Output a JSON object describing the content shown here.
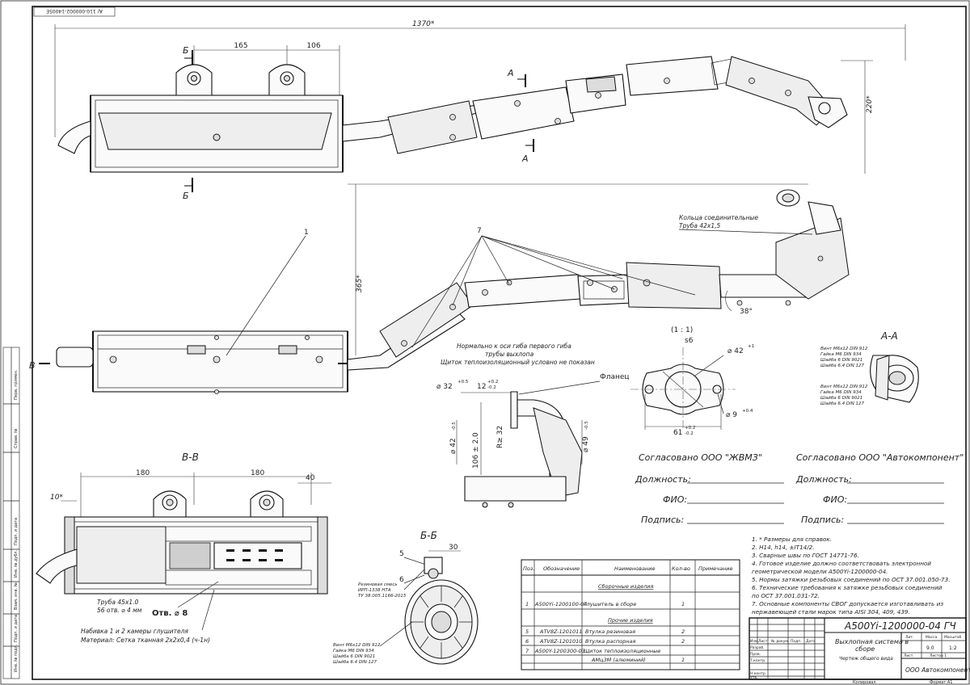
{
  "sheet": {
    "corner_code": "А/ 110-000002-14005Е",
    "side_strip": [
      "Инв. № подл.",
      "Подп. и дата",
      "Взам. инв. №",
      "Инв. № дубл.",
      "Подп. и дата",
      "Справ. №",
      "Перв. примен."
    ],
    "footer_left": "Копировал",
    "footer_right": "Формат А1"
  },
  "top_view": {
    "dim_overall": "1370*",
    "dim_165": "165",
    "dim_106": "106",
    "dim_height": "220*",
    "section_b": "Б",
    "section_a": "А"
  },
  "front_view": {
    "dim_365": "365*",
    "callout_1": "1",
    "callout_7": "7",
    "section_v": "В",
    "rings_note_line1": "Кольца соединительные",
    "rings_note_line2": "Труба 42х1,5",
    "angle": "38°",
    "note_line1": "Нормально к оси гиба первого гиба",
    "note_line2": "трубы выхлопа",
    "note_line3": "Щиток теплоизоляционный условно не показан"
  },
  "flange_detail": {
    "scale": "(1 : 1)",
    "thickness": "s6",
    "label": "Фланец",
    "d42": "⌀ 42",
    "d42_tol": "+1",
    "d9": "⌀ 9",
    "d9_tol": "+0.4",
    "width": "61",
    "width_tol_up": "+0.2",
    "width_tol_dn": "-0.2"
  },
  "pipe_detail": {
    "d32": "⌀ 32",
    "d32_tol": "+0.5",
    "dim_12": "12",
    "dim_12_tol_up": "+0.2",
    "dim_12_tol_dn": "-0.2",
    "d42": "⌀ 42",
    "d42_tol": "-0.5",
    "dim_106": "106 ± 2.0",
    "radius": "R≥ 32",
    "d49": "⌀ 49",
    "d49_tol": "-0.5"
  },
  "section_aa": {
    "title": "А-А",
    "bolt_note_1": [
      "Винт М6х12 DIN 912",
      "Гайка М6 DIN 934",
      "Шайба 6 DIN 9021",
      "Шайба 6.4 DIN 127"
    ],
    "bolt_note_2": [
      "Винт М6х12 DIN 912",
      "Гайка М6 DIN 934",
      "Шайба 6 DIN 9021",
      "Шайба 6.4 DIN 127"
    ]
  },
  "section_vv": {
    "title": "В-В",
    "dim_180a": "180",
    "dim_180b": "180",
    "dim_40": "40",
    "dim_10": "10*",
    "pipe_note_1": "Труба 45х1.0",
    "pipe_note_2": "56 отв. ⌀ 4 мм",
    "holes": "Отв. ⌀ 8",
    "mat_note_1": "Набивка 1 и 2 камеры глушителя",
    "mat_note_2": "Материал: Сетка тканная 2х2х0,4 (ч-1н)"
  },
  "section_bb": {
    "title": "Б-Б",
    "dim_30": "30",
    "callout_5": "5",
    "callout_6": "6",
    "rubber_note": [
      "Резиновая смесь",
      "ИРП-1338 НТА",
      "ТУ 38.005.1166-2015"
    ],
    "bolt_note": [
      "Винт М6х12 DIN 912",
      "Гайка М6 DIN 934",
      "Шайба 6 DIN 9021",
      "Шайба 6.4 DIN 127"
    ]
  },
  "approvals": {
    "left_title": "Согласовано ООО \"ЖВМЗ\"",
    "right_title": "Согласовано ООО \"Автокомпонент\"",
    "position": "Должность:",
    "name": "ФИО:",
    "signature": "Подпись:"
  },
  "notes": [
    "1.  * Размеры для справок.",
    "2.  Н14, h14, ±IT14/2.",
    "3.  Сварные швы по ГОСТ 14771-76.",
    "4.  Готовое изделие должно соответствовать электронной",
    "     геометрической модели А500Yi-1200000-04.",
    "5.  Нормы затяжки резьбовых соединений по ОСТ 37.001.050-73.",
    "6.  Технические требования к затяжке резьбовых соединений",
    "     по ОСТ 37.001.031-72.",
    "7.  Основные компоненты СВОГ допускается изготавливать из",
    "     нержавеющей стали марок типа AISI 304, 409, 439."
  ],
  "spec_table": {
    "headers": [
      "Поз.",
      "Обозначение",
      "Наименование",
      "Кол-во",
      "Примечание"
    ],
    "section_assembly": "Сборочные изделия",
    "section_other": "Прочие изделия",
    "rows": [
      {
        "pos": "1",
        "code": "А500Yi-1200100-04",
        "name": "Глушитель в сборе",
        "qty": "1",
        "note": ""
      },
      {
        "pos": "5",
        "code": "АТV8Z-1201011",
        "name": "Втулка резиновая",
        "qty": "2",
        "note": ""
      },
      {
        "pos": "6",
        "code": "АТV8Z-1201010",
        "name": "Втулка распорная",
        "qty": "2",
        "note": ""
      },
      {
        "pos": "7",
        "code": "А500Y-1200300-03",
        "name": "Щиток теплоизоляционные",
        "qty": "",
        "note": ""
      },
      {
        "pos": "",
        "code": "",
        "name": "АМцЗМ (алюминий)",
        "qty": "1",
        "note": ""
      }
    ]
  },
  "title_block": {
    "designation": "А500Yi-1200000-04 ГЧ",
    "name_line1": "Выхлопная система в",
    "name_line2": "сборе",
    "name_line3": "Чертеж общего вида",
    "company": "ООО Автокомпонент",
    "lit": "Лит.",
    "mass": "Масса",
    "scale_label": "Масштаб",
    "scale": "1:2",
    "sheet": "Лист",
    "sheets": "Листов 1",
    "mass_value": "9.0",
    "rows_labels": [
      "Изм.",
      "Лист",
      "№ докум.",
      "Подп.",
      "Дата",
      "Разраб.",
      "Пров.",
      "Т.контр.",
      "Н.контр.",
      "Утв."
    ]
  }
}
